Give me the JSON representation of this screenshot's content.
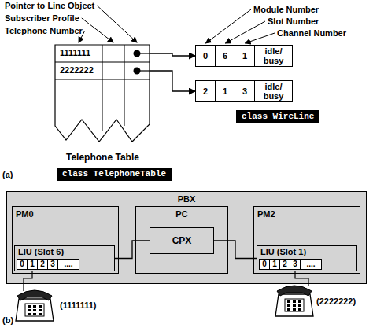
{
  "diagram": {
    "nodes": [
      {
        "text": [
          "1111111"
        ]
      },
      {
        "text": [
          "2222222"
        ]
      },
      {
        "text": [
          "0",
          "6",
          "1",
          "idle/ busy"
        ]
      },
      {
        "text": [
          "2",
          "1",
          "3",
          "idle/ busy"
        ]
      },
      {
        "text": [
          "class TelephoneTable"
        ]
      },
      {
        "text": [
          "class WireLine"
        ]
      },
      {
        "text": [
          "PBX"
        ]
      },
      {
        "text": [
          "PM0"
        ],
        "in": 6
      },
      {
        "text": [
          "LIU (Slot 6)",
          "0",
          "1",
          "2",
          "3",
          "...."
        ],
        "in": 7
      },
      {
        "text": [
          "PC"
        ],
        "in": 6
      },
      {
        "text": [
          "CPX"
        ],
        "in": 9
      },
      {
        "text": [
          "PM2"
        ],
        "in": 6
      },
      {
        "text": [
          "LIU (Slot 1)",
          "0",
          "1",
          "2",
          "3",
          "...."
        ],
        "in": 11
      }
    ],
    "edges": [
      {
        "from": 0,
        "to": 2,
        "arrow": "to"
      },
      {
        "from": 1,
        "to": 3,
        "arrow": "to"
      },
      {
        "from": 8,
        "to": 10,
        "arrow": "none"
      },
      {
        "from": 10,
        "to": 12,
        "arrow": "none"
      }
    ],
    "labels": [
      "Pointer to Line Object",
      "Subscriber Profile",
      "Telephone Number",
      "Telephone Table",
      "Module Number",
      "Slot Number",
      "Channel Number",
      "(a)",
      "(1111111)",
      "(2222222)",
      "(b)"
    ]
  }
}
